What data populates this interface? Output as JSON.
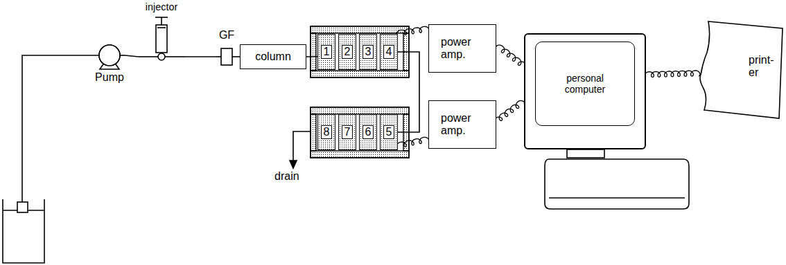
{
  "diagram": {
    "nodes": [
      {
        "text": [
          "Pump"
        ]
      },
      {
        "text": [
          "injector"
        ]
      },
      {
        "text": [
          "GF"
        ]
      },
      {
        "text": [
          "column"
        ]
      },
      {
        "text": [
          "1"
        ]
      },
      {
        "text": [
          "2"
        ]
      },
      {
        "text": [
          "3"
        ]
      },
      {
        "text": [
          "4"
        ]
      },
      {
        "text": [
          "8"
        ]
      },
      {
        "text": [
          "7"
        ]
      },
      {
        "text": [
          "6"
        ]
      },
      {
        "text": [
          "5"
        ]
      },
      {
        "text": [
          "power amp."
        ]
      },
      {
        "text": [
          "power amp."
        ]
      },
      {
        "text": [
          "personal computer"
        ]
      },
      {
        "text": [
          "print- er"
        ]
      }
    ],
    "edges": [
      {
        "from": 0,
        "to": 1,
        "arrow": "none"
      },
      {
        "from": 1,
        "to": 2,
        "arrow": "none"
      },
      {
        "from": 2,
        "to": 3,
        "arrow": "none"
      },
      {
        "from": 3,
        "to": 4,
        "arrow": "none"
      },
      {
        "from": 7,
        "to": 11,
        "arrow": "none"
      },
      {
        "from": 7,
        "to": 12,
        "arrow": "none"
      },
      {
        "from": 11,
        "to": 13,
        "arrow": "none"
      },
      {
        "from": 12,
        "to": 14,
        "arrow": "none"
      },
      {
        "from": 13,
        "to": 14,
        "arrow": "none"
      },
      {
        "from": 14,
        "to": 15,
        "arrow": "none"
      }
    ],
    "labels": [
      "drain"
    ]
  }
}
